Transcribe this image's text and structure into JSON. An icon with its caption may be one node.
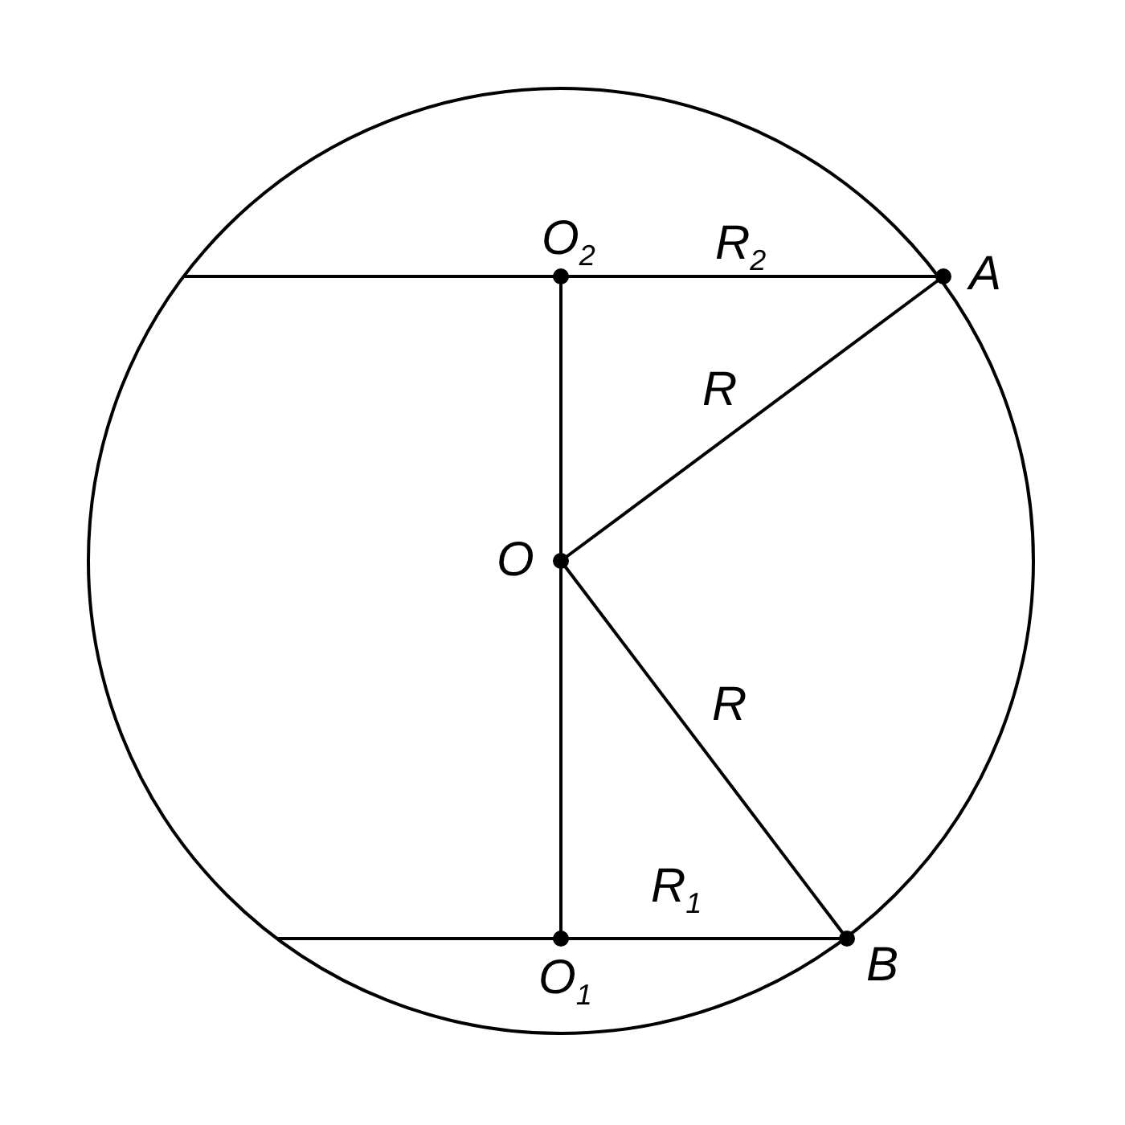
{
  "diagram": {
    "nodes": [
      {
        "text": [],
        "shape": "circle"
      },
      {
        "text": [
          "O$_{2}$"
        ],
        "in": 0
      },
      {
        "text": [
          "A"
        ]
      },
      {
        "text": [
          "O"
        ],
        "in": 0
      },
      {
        "text": [
          "B"
        ]
      },
      {
        "text": [
          "O$_{1}$"
        ],
        "in": 0
      }
    ],
    "edges": [
      {
        "from": 1,
        "to": 2,
        "arrow": "none",
        "label": "R$_{2}$"
      },
      {
        "from": 3,
        "to": 2,
        "arrow": "none",
        "label": "R"
      },
      {
        "from": 3,
        "to": 4,
        "arrow": "none",
        "label": "R"
      },
      {
        "from": 5,
        "to": 4,
        "arrow": "none",
        "label": "R$_{1}$"
      },
      {
        "from": 1,
        "to": 3,
        "arrow": "none"
      },
      {
        "from": 3,
        "to": 5,
        "arrow": "none"
      },
      {
        "from": 0,
        "to": 1,
        "arrow": "none"
      },
      {
        "from": 0,
        "to": 5,
        "arrow": "none"
      }
    ]
  }
}
